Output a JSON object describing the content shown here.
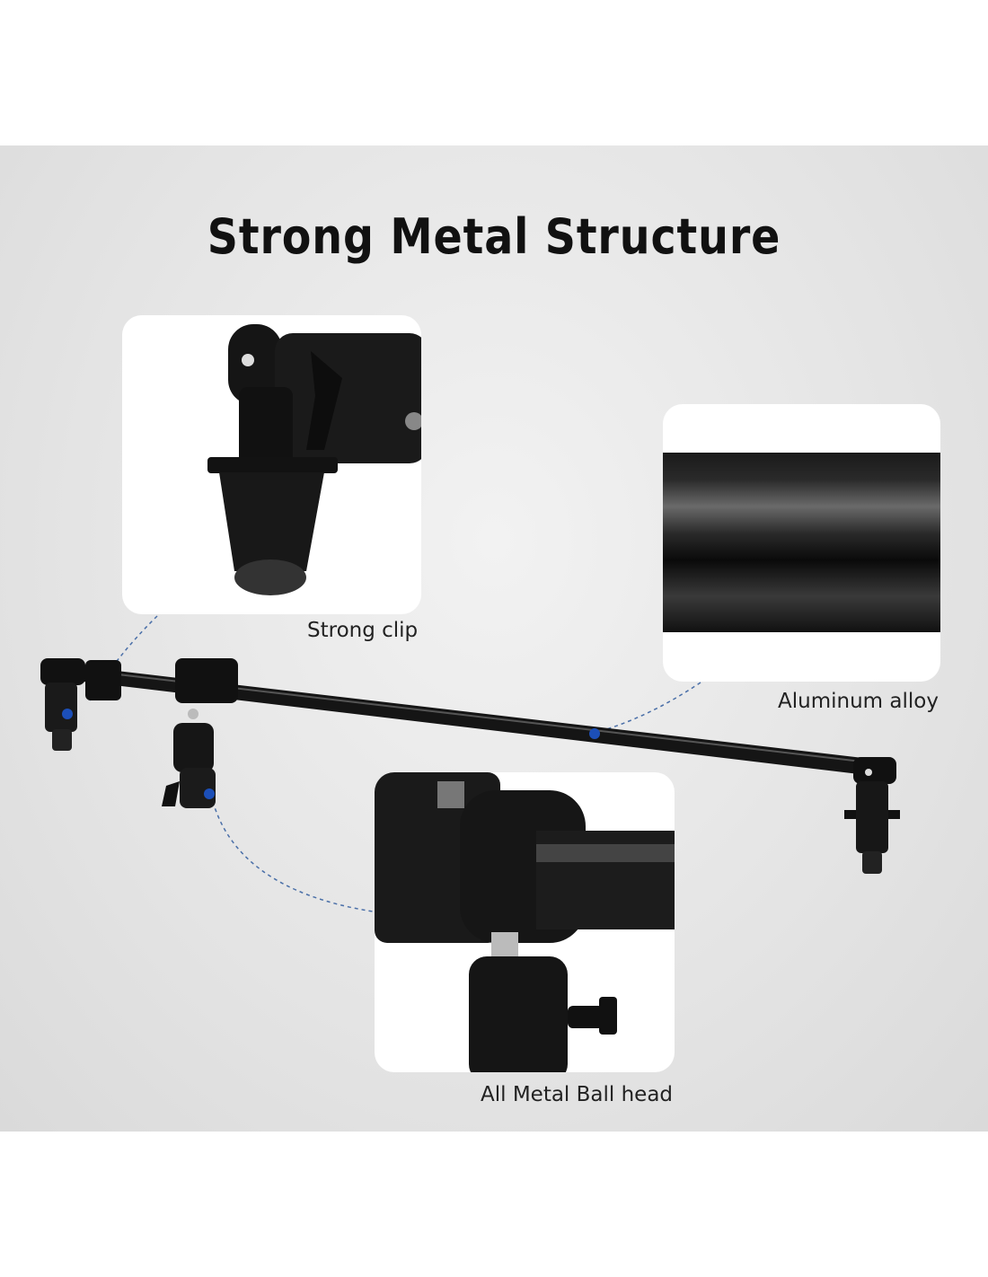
{
  "title": "Strong Metal Structure",
  "callouts": [
    {
      "label": "Strong clip"
    },
    {
      "label": "Aluminum alloy"
    },
    {
      "label": "All Metal Ball head"
    }
  ],
  "colors": {
    "accent_dot": "#1c4fb8",
    "dash_line": "#4a6fa8",
    "metal": "#111111"
  }
}
